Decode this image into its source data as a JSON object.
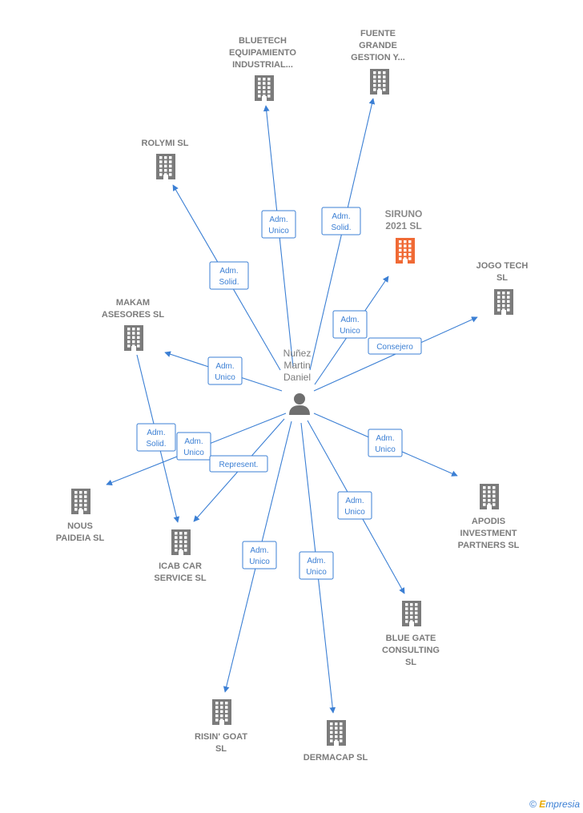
{
  "person": {
    "name_lines": [
      "Nuñez",
      "Martin",
      "Daniel"
    ],
    "icon": "person-icon"
  },
  "companies": [
    {
      "id": "bluetech",
      "lines": [
        "BLUETECH",
        "EQUIPAMIENTO",
        "INDUSTRIAL..."
      ],
      "icon": "building-icon",
      "highlight": false
    },
    {
      "id": "fuente",
      "lines": [
        "FUENTE",
        "GRANDE",
        "GESTION Y..."
      ],
      "icon": "building-icon",
      "highlight": false
    },
    {
      "id": "rolymi",
      "lines": [
        "ROLYMI SL"
      ],
      "icon": "building-icon",
      "highlight": false
    },
    {
      "id": "siruno",
      "lines": [
        "SIRUNO",
        "2021  SL"
      ],
      "icon": "building-icon",
      "highlight": true
    },
    {
      "id": "jogo",
      "lines": [
        "JOGO TECH",
        "SL"
      ],
      "icon": "building-icon",
      "highlight": false
    },
    {
      "id": "makam",
      "lines": [
        "MAKAM",
        "ASESORES  SL"
      ],
      "icon": "building-icon",
      "highlight": false
    },
    {
      "id": "nous",
      "lines": [
        "NOUS",
        "PAIDEIA  SL"
      ],
      "icon": "building-icon",
      "highlight": false
    },
    {
      "id": "icab",
      "lines": [
        "ICAB CAR",
        "SERVICE  SL"
      ],
      "icon": "building-icon",
      "highlight": false
    },
    {
      "id": "apodis",
      "lines": [
        "APODIS",
        "INVESTMENT",
        "PARTNERS  SL"
      ],
      "icon": "building-icon",
      "highlight": false
    },
    {
      "id": "bluegate",
      "lines": [
        "BLUE GATE",
        "CONSULTING",
        "SL"
      ],
      "icon": "building-icon",
      "highlight": false
    },
    {
      "id": "risin",
      "lines": [
        "RISIN' GOAT",
        "SL"
      ],
      "icon": "building-icon",
      "highlight": false
    },
    {
      "id": "dermacap",
      "lines": [
        "DERMACAP  SL"
      ],
      "icon": "building-icon",
      "highlight": false
    }
  ],
  "edges": [
    {
      "target": "bluetech",
      "label": [
        "Adm.",
        "Unico"
      ]
    },
    {
      "target": "fuente",
      "label": [
        "Adm.",
        "Solid."
      ]
    },
    {
      "target": "rolymi",
      "label": [
        "Adm.",
        "Solid."
      ]
    },
    {
      "target": "siruno",
      "label": [
        "Adm.",
        "Unico"
      ]
    },
    {
      "target": "jogo",
      "label": [
        "Consejero"
      ]
    },
    {
      "target": "makam",
      "label": [
        "Adm.",
        "Unico"
      ]
    },
    {
      "target": "nous",
      "label": [
        "Adm.",
        "Unico"
      ]
    },
    {
      "target": "icab",
      "label": [
        "Represent."
      ]
    },
    {
      "target": "apodis",
      "label": [
        "Adm.",
        "Unico"
      ]
    },
    {
      "target": "bluegate",
      "label": [
        "Adm.",
        "Unico"
      ]
    },
    {
      "target": "risin",
      "label": [
        "Adm.",
        "Unico"
      ]
    },
    {
      "target": "dermacap",
      "label": [
        "Adm.",
        "Unico"
      ]
    },
    {
      "from": "makam",
      "target": "icab",
      "label": [
        "Adm.",
        "Solid."
      ]
    }
  ],
  "colors": {
    "edge": "#3b7fd4",
    "building": "#7b7b7b",
    "highlight": "#f06a35",
    "person": "#6f6f6f"
  },
  "footer": {
    "copyright": "©",
    "e": "E",
    "brand": "mpresia"
  }
}
